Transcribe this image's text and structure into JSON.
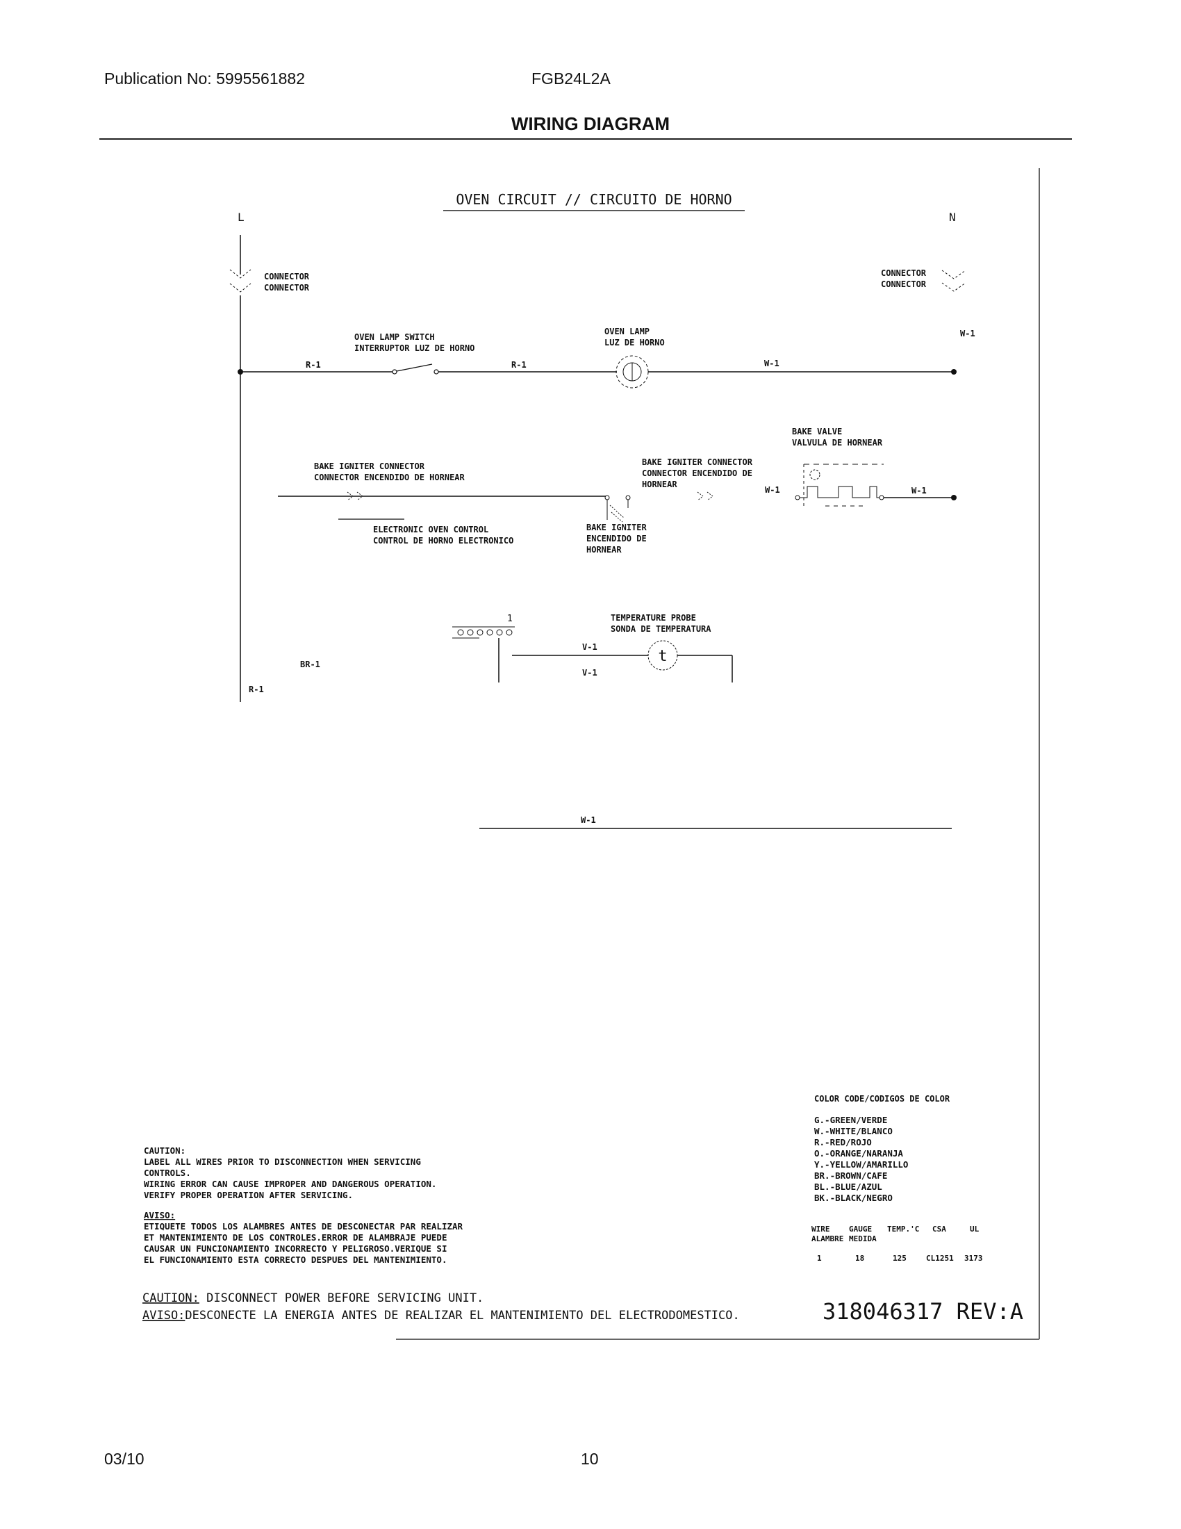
{
  "header": {
    "publication": "Publication No: 5995561882",
    "model": "FGB24L2A",
    "title": "WIRING DIAGRAM"
  },
  "footer": {
    "date": "03/10",
    "page": "10"
  },
  "diagram": {
    "circuit_title": "OVEN CIRCUIT // CIRCUITO DE HORNO",
    "line_label": "L",
    "neutral_label": "N",
    "connector_left": [
      "CONNECTOR",
      "CONNECTOR"
    ],
    "connector_right": [
      "CONNECTOR",
      "CONNECTOR"
    ],
    "oven_lamp_switch": [
      "OVEN LAMP SWITCH",
      "INTERRUPTOR LUZ DE HORNO"
    ],
    "oven_lamp": [
      "OVEN LAMP",
      "LUZ DE HORNO"
    ],
    "bake_igniter_connector_left": [
      "BAKE IGNITER CONNECTOR",
      "CONNECTOR ENCENDIDO DE HORNEAR"
    ],
    "bake_igniter_connector_right": [
      "BAKE IGNITER CONNECTOR",
      "CONNECTOR ENCENDIDO DE",
      "HORNEAR"
    ],
    "bake_valve": [
      "BAKE VALVE",
      "VALVULA DE HORNEAR"
    ],
    "electronic_oven_control": [
      "ELECTRONIC OVEN CONTROL",
      "CONTROL DE HORNO ELECTRONICO"
    ],
    "bake_igniter": [
      "BAKE IGNITER",
      "ENCENDIDO DE",
      "HORNEAR"
    ],
    "temperature_probe": [
      "TEMPERATURE PROBE",
      "SONDA DE TEMPERATURA"
    ],
    "probe_symbol": "t",
    "pin_one": "1",
    "wires": {
      "r1": "R-1",
      "w1": "W-1",
      "v1": "V-1",
      "br1": "BR-1"
    }
  },
  "color_code": {
    "title": "COLOR CODE/CODIGOS DE COLOR",
    "items": [
      "G.-GREEN/VERDE",
      "W.-WHITE/BLANCO",
      "R.-RED/ROJO",
      "O.-ORANGE/NARANJA",
      "Y.-YELLOW/AMARILLO",
      "BR.-BROWN/CAFE",
      "BL.-BLUE/AZUL",
      "BK.-BLACK/NEGRO"
    ]
  },
  "wire_table": {
    "headers": [
      "WIRE",
      "GAUGE",
      "TEMP.'C",
      "CSA",
      "UL"
    ],
    "subheaders": [
      "ALAMBRE",
      "MEDIDA"
    ],
    "row": [
      "1",
      "18",
      "125",
      "CL1251",
      "3173"
    ]
  },
  "caution_notes": {
    "caution_title": "CAUTION:",
    "caution_lines": [
      "LABEL ALL WIRES PRIOR TO DISCONNECTION WHEN SERVICING",
      "CONTROLS.",
      "WIRING ERROR CAN CAUSE IMPROPER AND DANGEROUS OPERATION.",
      "VERIFY PROPER OPERATION AFTER SERVICING."
    ],
    "aviso_title": "AVISO:",
    "aviso_lines": [
      "ETIQUETE TODOS LOS ALAMBRES ANTES DE DESCONECTAR PAR REALIZAR",
      "ET MANTENIMIENTO DE LOS CONTROLES.ERROR DE ALAMBRAJE  PUEDE",
      "CAUSAR UN FUNCIONAMIENTO INCORRECTO Y PELIGROSO.VERIQUE SI",
      "EL FUNCIONAMIENTO ESTA CORRECTO DESPUES DEL MANTENIMIENTO."
    ]
  },
  "bottom_caution": {
    "caution_key": "CAUTION:",
    "caution_text": " DISCONNECT POWER BEFORE SERVICING UNIT.",
    "aviso_key": "AVISO:",
    "aviso_text": "DESCONECTE LA ENERGIA ANTES DE REALIZAR EL MANTENIMIENTO DEL ELECTRODOMESTICO."
  },
  "drawing_number": "318046317 REV:A"
}
